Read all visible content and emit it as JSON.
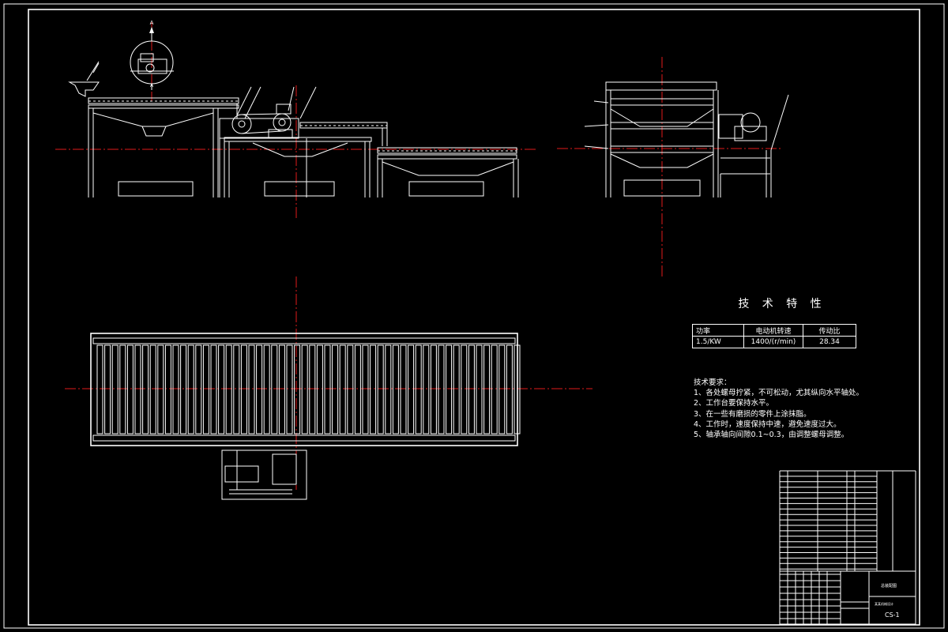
{
  "section_marker": {
    "letter": "A"
  },
  "tech_title": "技 术 特 性",
  "spec": {
    "headers": [
      "功率",
      "电动机转速",
      "传动比"
    ],
    "values": [
      "1.5/KW",
      "1400/(r/min)",
      "28.34"
    ]
  },
  "requirements": {
    "title": "技术要求：",
    "items": [
      "1、各处螺母拧紧，不可松动，尤其纵向水平轴处。",
      "2、工作台要保持水平。",
      "3、在一些有磨损的零件上涂抹脂。",
      "4、工作时，速度保持中速，避免速度过大。",
      "5、轴承轴向间隙0.1~0.3，由调整螺母调整。"
    ]
  },
  "title_block": {
    "drawing_no": "CS-1",
    "name": "总装配图",
    "subtitle": "某某机械设计"
  }
}
